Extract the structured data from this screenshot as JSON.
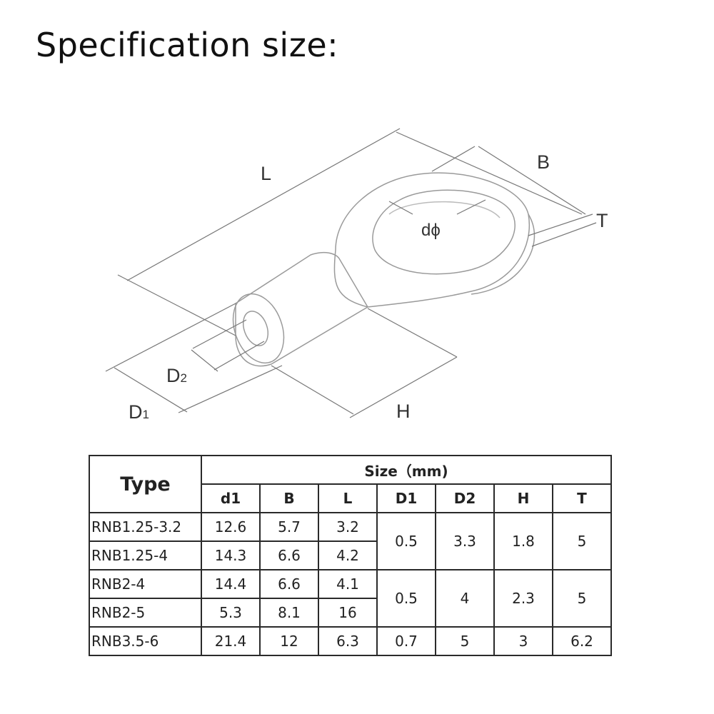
{
  "heading": "Specification size:",
  "diagram": {
    "labels": {
      "L": "L",
      "B": "B",
      "T": "T",
      "d": "d",
      "phi": "ϕ",
      "D2_main": "D",
      "D2_sub": "2",
      "D1_main": "D",
      "D1_sub": "1",
      "H": "H"
    }
  },
  "table": {
    "type_header": "Type",
    "size_header": "Size（mm)",
    "columns": [
      "d1",
      "B",
      "L",
      "D1",
      "D2",
      "H",
      "T"
    ],
    "rows": [
      {
        "type": "RNB1.25-3.2",
        "d1": "12.6",
        "B": "5.7",
        "L": "3.2"
      },
      {
        "type": "RNB1.25-4",
        "d1": "14.3",
        "B": "6.6",
        "L": "4.2"
      },
      {
        "type": "RNB2-4",
        "d1": "14.4",
        "B": "6.6",
        "L": "4.1"
      },
      {
        "type": "RNB2-5",
        "d1": "5.3",
        "B": "8.1",
        "L": "16"
      },
      {
        "type": "RNB3.5-6",
        "d1": "21.4",
        "B": "12",
        "L": "6.3"
      }
    ],
    "groups": [
      {
        "D1": "0.5",
        "D2": "3.3",
        "H": "1.8",
        "T": "5"
      },
      {
        "D1": "0.5",
        "D2": "4",
        "H": "2.3",
        "T": "5"
      },
      {
        "D1": "0.7",
        "D2": "5",
        "H": "3",
        "T": "6.2"
      }
    ]
  }
}
